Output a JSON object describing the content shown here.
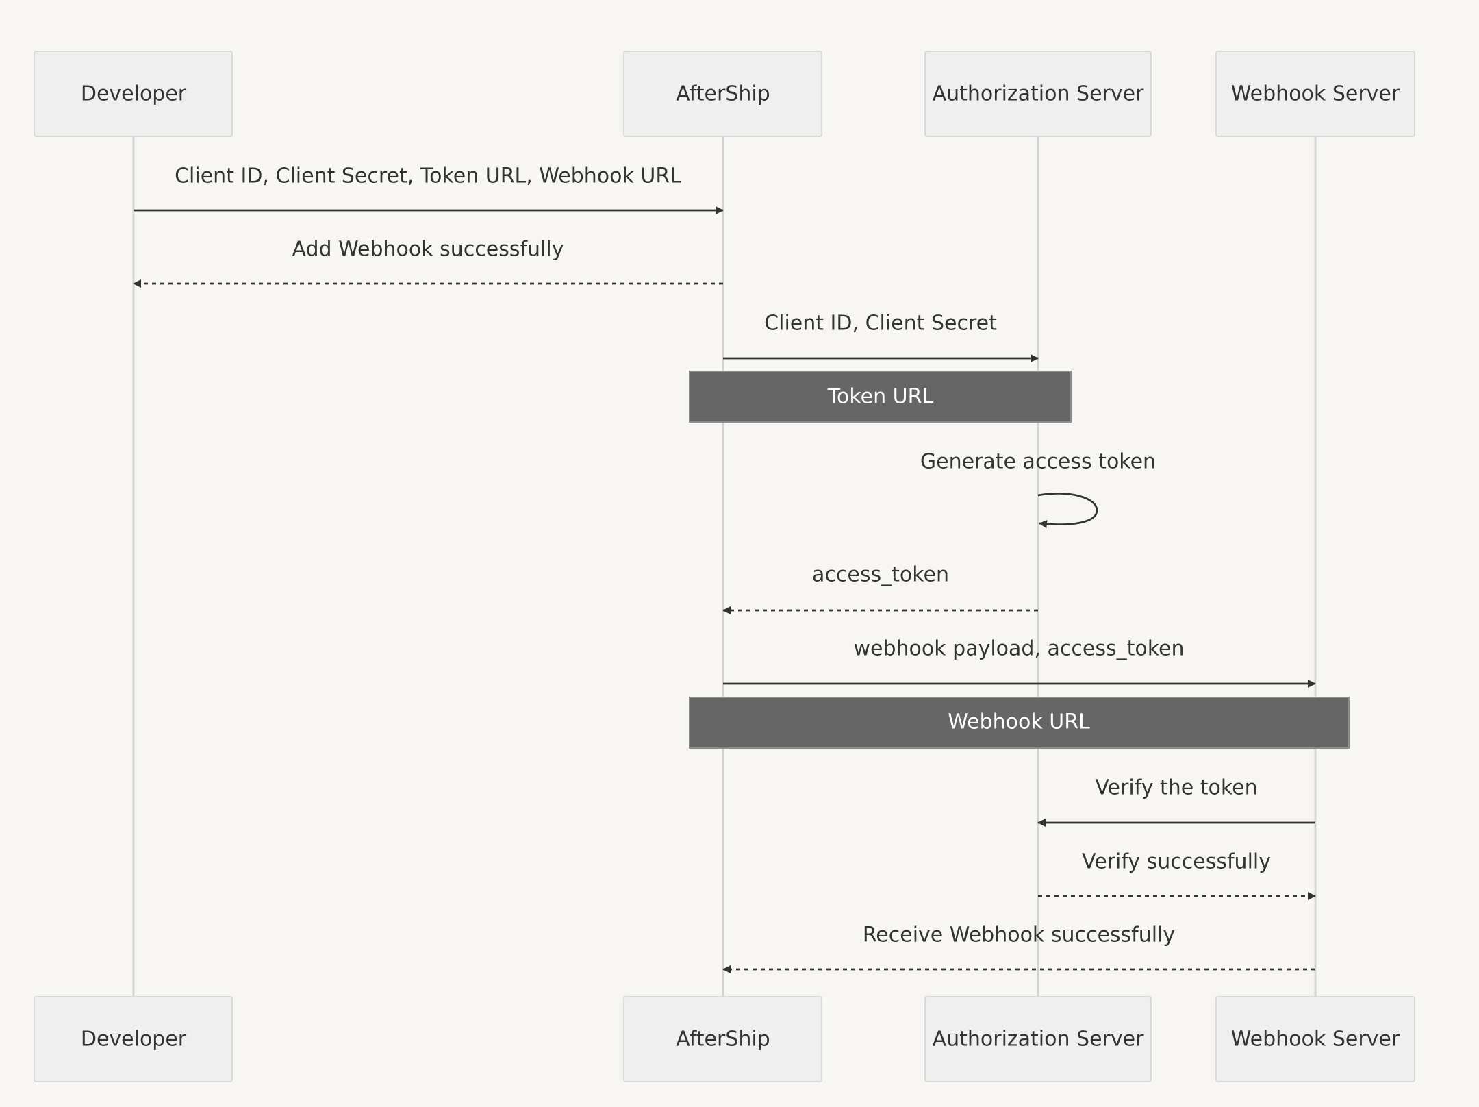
{
  "diagram": {
    "type": "sequence",
    "participants": [
      {
        "id": "developer",
        "label": "Developer"
      },
      {
        "id": "aftership",
        "label": "AfterShip"
      },
      {
        "id": "auth",
        "label": "Authorization Server"
      },
      {
        "id": "webhook",
        "label": "Webhook Server"
      }
    ],
    "messages": [
      {
        "id": "m1",
        "from": "developer",
        "to": "aftership",
        "label": "Client ID, Client Secret, Token URL, Webhook URL",
        "style": "solid"
      },
      {
        "id": "m2",
        "from": "aftership",
        "to": "developer",
        "label": "Add Webhook successfully",
        "style": "dashed"
      },
      {
        "id": "m3",
        "from": "aftership",
        "to": "auth",
        "label": "Client ID, Client Secret",
        "style": "solid"
      },
      {
        "id": "m4",
        "from": "auth",
        "to": "auth",
        "label": "Generate access token",
        "style": "solid"
      },
      {
        "id": "m5",
        "from": "auth",
        "to": "aftership",
        "label": "access_token",
        "style": "dashed"
      },
      {
        "id": "m6",
        "from": "aftership",
        "to": "webhook",
        "label": "webhook payload, access_token",
        "style": "solid"
      },
      {
        "id": "m7",
        "from": "webhook",
        "to": "auth",
        "label": "Verify the token",
        "style": "solid"
      },
      {
        "id": "m8",
        "from": "auth",
        "to": "webhook",
        "label": "Verify successfully",
        "style": "dashed"
      },
      {
        "id": "m9",
        "from": "webhook",
        "to": "aftership",
        "label": "Receive Webhook successfully",
        "style": "dashed"
      }
    ],
    "notes": [
      {
        "id": "n1",
        "label": "Token URL",
        "over": [
          "aftership",
          "auth"
        ]
      },
      {
        "id": "n2",
        "label": "Webhook URL",
        "over": [
          "aftership",
          "webhook"
        ]
      }
    ]
  },
  "colors": {
    "background": "#f7f6f3",
    "actor_fill": "#efefef",
    "actor_border": "#d9d9d9",
    "lifeline": "#d4d4d4",
    "message": "#333333",
    "note_fill": "#666666",
    "note_text": "#ffffff"
  }
}
